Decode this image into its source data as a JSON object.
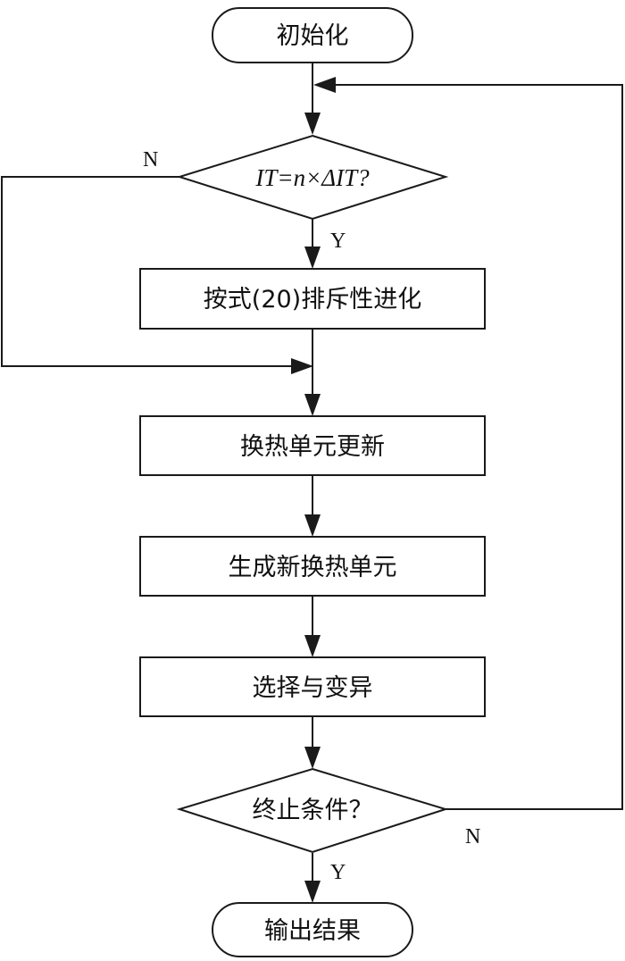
{
  "nodes": {
    "init": "初始化",
    "check_it": "IT=n×ΔIT?",
    "evolve": "按式(20)排斥性进化",
    "update": "换热单元更新",
    "generate": "生成新换热单元",
    "select": "选择与变异",
    "stop_check": "终止条件？",
    "output": "输出结果"
  },
  "edges": {
    "check_it_no": "N",
    "check_it_yes": "Y",
    "stop_no": "N",
    "stop_yes": "Y"
  }
}
